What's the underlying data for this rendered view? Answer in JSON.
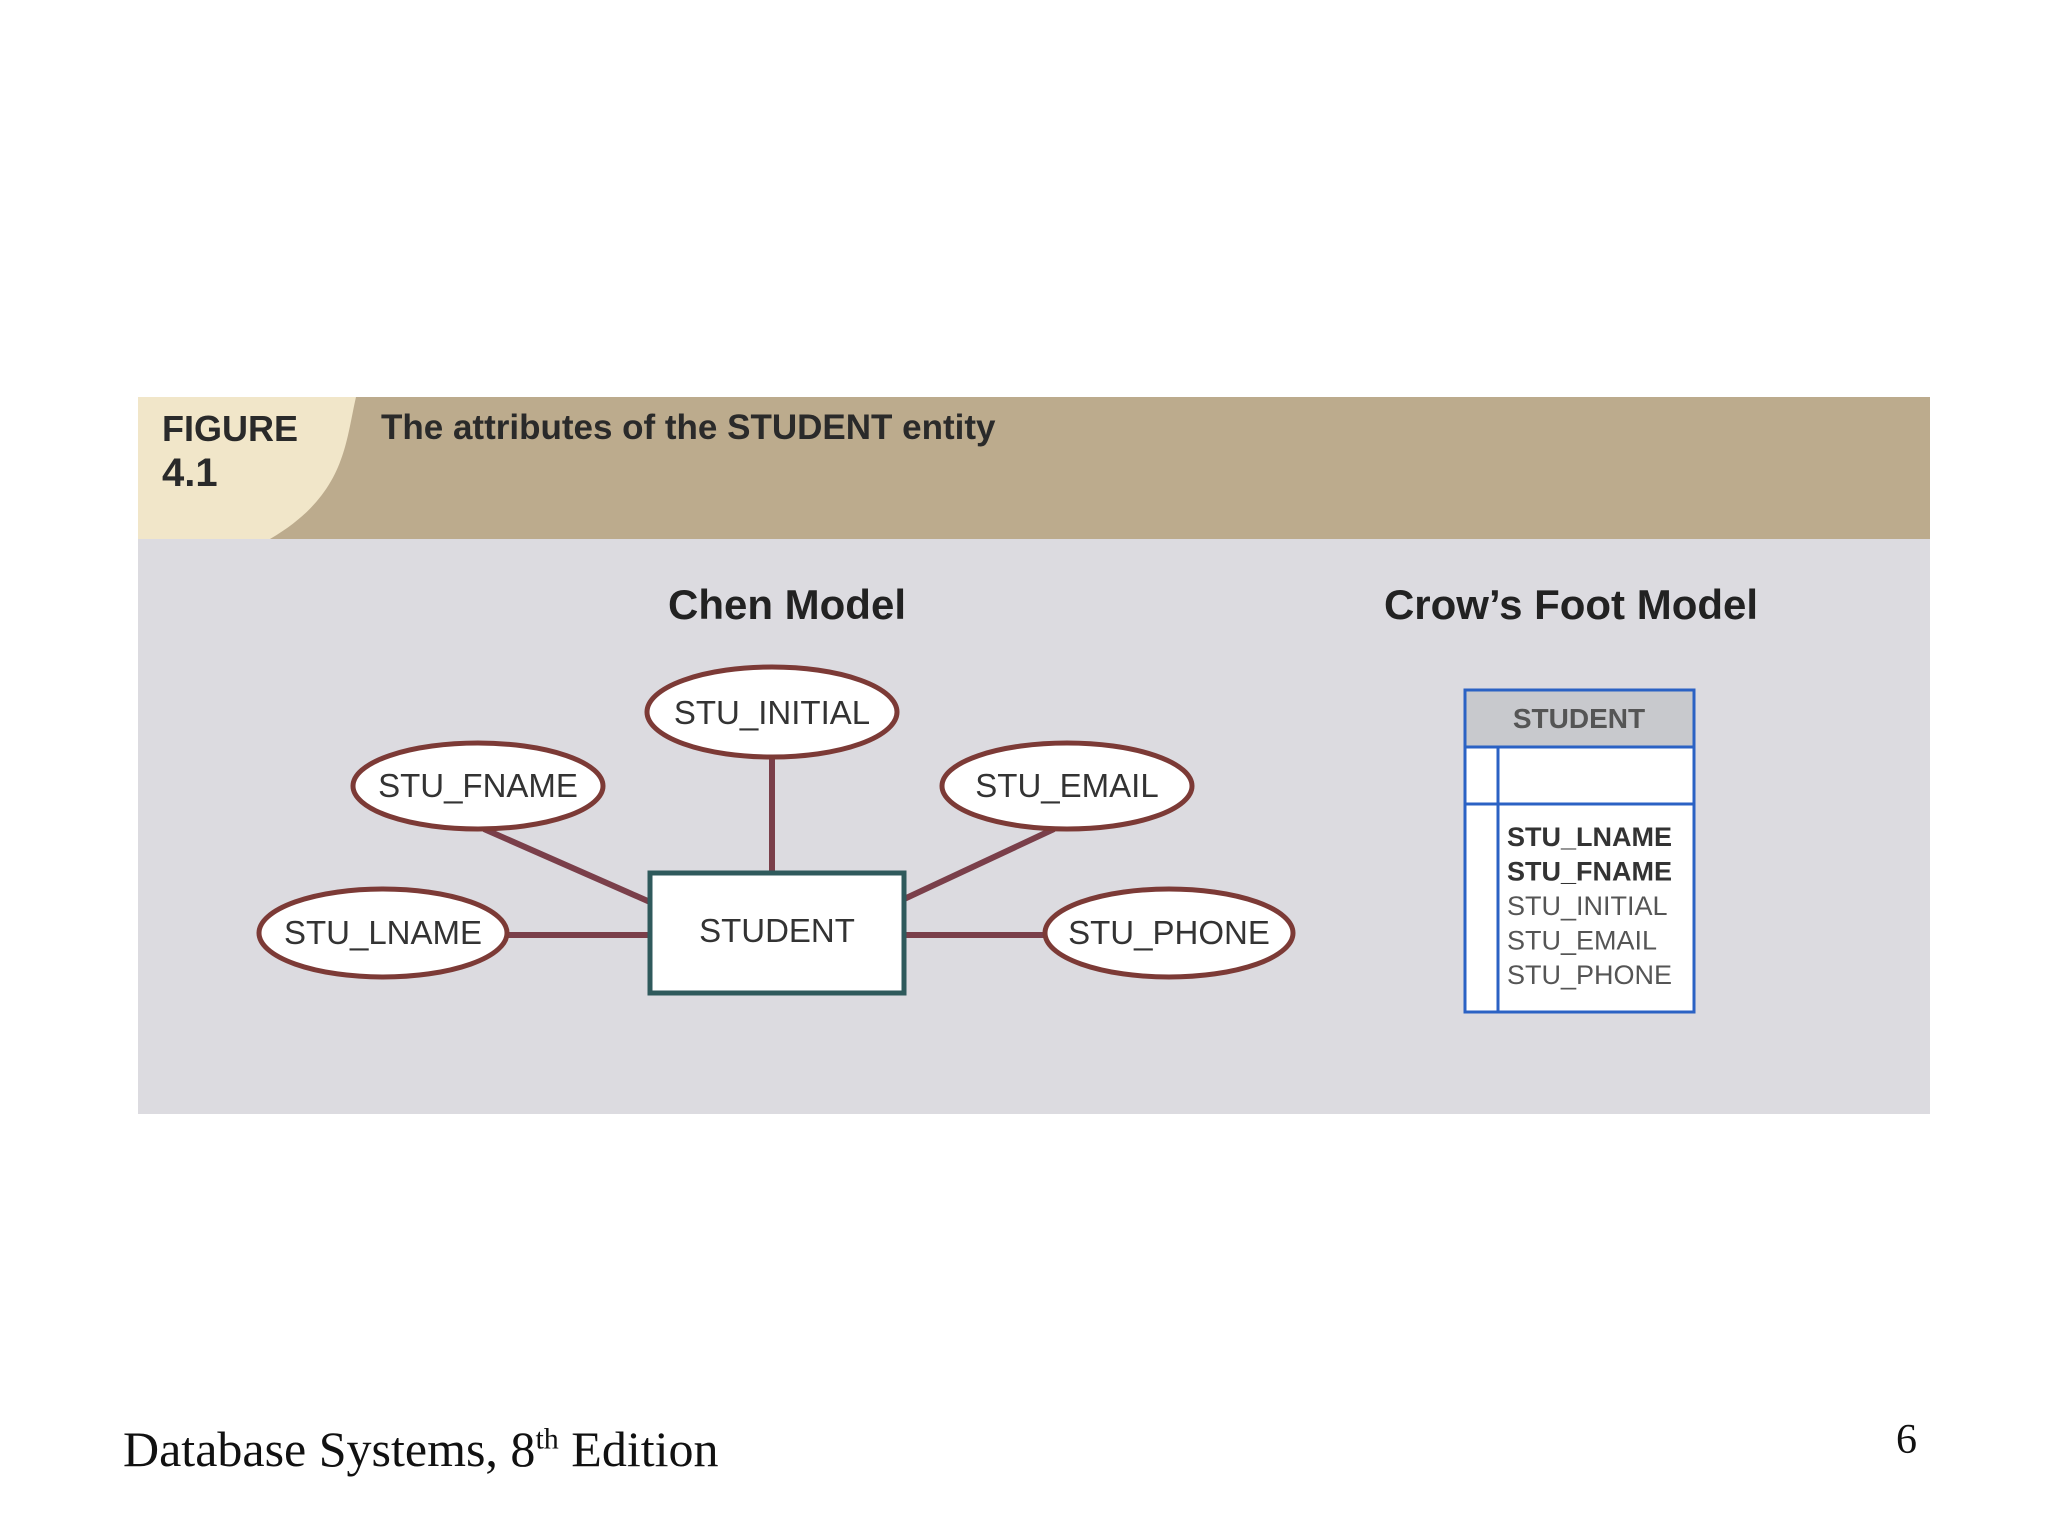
{
  "figure": {
    "label": "FIGURE",
    "number": "4.1",
    "caption": "The attributes of the STUDENT entity"
  },
  "chen_model": {
    "title": "Chen Model",
    "entity": "STUDENT",
    "attributes": {
      "initial": "STU_INITIAL",
      "fname": "STU_FNAME",
      "email": "STU_EMAIL",
      "lname": "STU_LNAME",
      "phone": "STU_PHONE"
    }
  },
  "crows_foot_model": {
    "title": "Crow’s Foot Model",
    "entity": "STUDENT",
    "attributes": [
      {
        "name": "STU_LNAME",
        "bold": true
      },
      {
        "name": "STU_FNAME",
        "bold": true
      },
      {
        "name": "STU_INITIAL",
        "bold": false
      },
      {
        "name": "STU_EMAIL",
        "bold": false
      },
      {
        "name": "STU_PHONE",
        "bold": false
      }
    ]
  },
  "footer": {
    "book_title_prefix": "Database Systems, 8",
    "book_title_sup": "th",
    "book_title_suffix": " Edition",
    "page_number": "6"
  },
  "colors": {
    "caption_band": "#bcab8d",
    "figure_tab": "#f1e6c9",
    "panel": "#dcdbe0",
    "chen_line": "#7a3f4a",
    "ellipse_stroke": "#7c3a36",
    "entity_box_stroke": "#2f5a5c",
    "crows_border": "#2b62c4",
    "crows_header": "#c8c9cd"
  }
}
